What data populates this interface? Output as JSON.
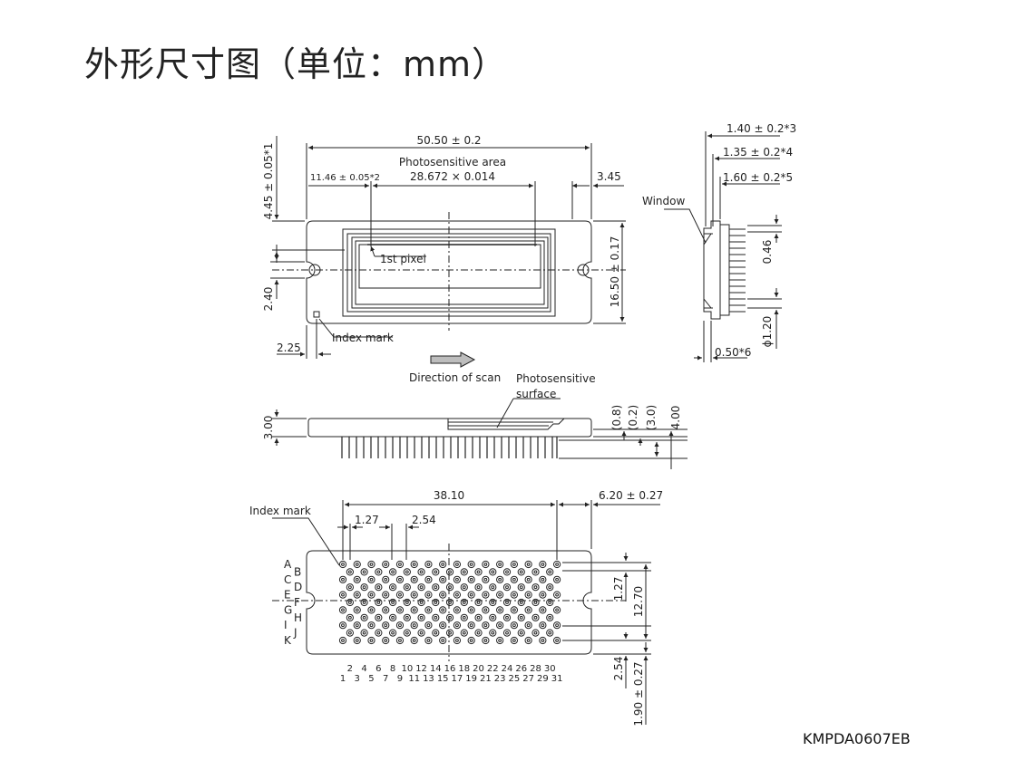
{
  "title": "外形尺寸图（单位：mm）",
  "drawing_code": "KMPDA0607EB",
  "top_view": {
    "overall_width": "50.50 ± 0.2",
    "photosensitive_area_label": "Photosensitive area",
    "photosensitive_area_value": "28.672 × 0.014",
    "left_offset": "11.46 ± 0.05*2",
    "right_offset": "3.45",
    "top_offset": "4.45 ± 0.05*1",
    "height": "16.50 ± 0.17",
    "slot_height": "2.40",
    "index_offset": "2.25",
    "first_pixel": "1st pixel",
    "index_mark": "Index mark",
    "direction_of_scan": "Direction of scan"
  },
  "side_view": {
    "window": "Window",
    "dim_1": "1.40 ± 0.2*3",
    "dim_2": "1.35 ± 0.2*4",
    "dim_3": "1.60 ± 0.2*5",
    "pin_pitch": "0.46",
    "pin_dia": "ϕ1.20",
    "pin_offset": "0.50*6"
  },
  "front_view": {
    "surface_label_1": "Photosensitive",
    "surface_label_2": "surface",
    "thickness": "3.00",
    "d1": "(0.8)",
    "d2": "(0.2)",
    "d3": "(3.0)",
    "d4": "4.00"
  },
  "bottom_view": {
    "index_mark": "Index mark",
    "span": "38.10",
    "pitch_x1": "1.27",
    "pitch_x2": "2.54",
    "right_dim": "6.20 ± 0.27",
    "pitch_y": "1.27",
    "span_y": "12.70",
    "bottom_pitch": "2.54",
    "bottom_dim": "1.90 ± 0.27",
    "rows_left": [
      "A",
      "C",
      "E",
      "G",
      "I",
      "K"
    ],
    "rows_right": [
      "B",
      "D",
      "F",
      "H",
      "J"
    ],
    "cols_even": [
      "2",
      "4",
      "6",
      "8",
      "10",
      "12",
      "14",
      "16",
      "18",
      "20",
      "22",
      "24",
      "26",
      "28",
      "30"
    ],
    "cols_odd": [
      "1",
      "3",
      "5",
      "7",
      "9",
      "11",
      "13",
      "15",
      "17",
      "19",
      "21",
      "23",
      "25",
      "27",
      "29",
      "31"
    ]
  }
}
